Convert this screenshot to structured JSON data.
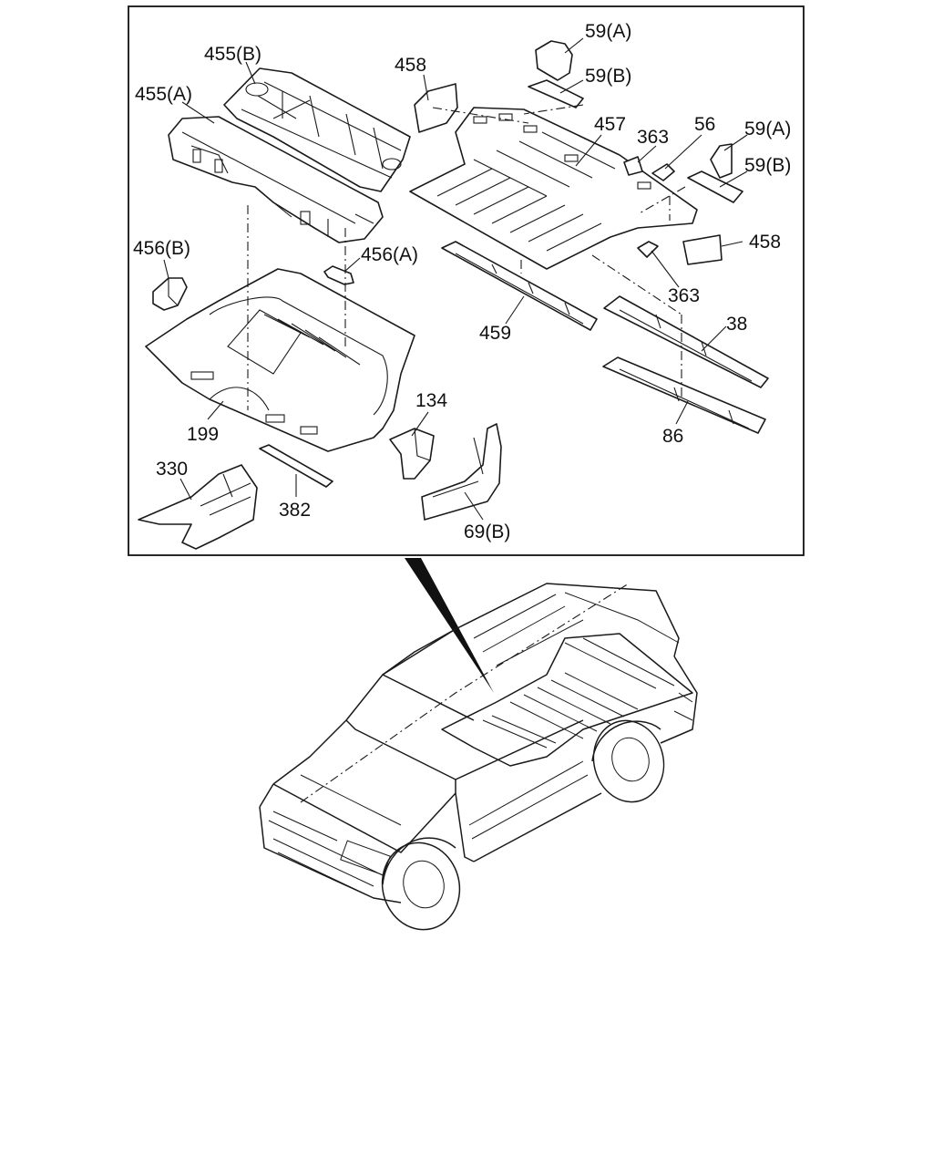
{
  "diagram": {
    "callouts": [
      {
        "id": "c_59A_top",
        "text": "59(A)"
      },
      {
        "id": "c_59B_top",
        "text": "59(B)"
      },
      {
        "id": "c_458_top",
        "text": "458"
      },
      {
        "id": "c_455B",
        "text": "455(B)"
      },
      {
        "id": "c_455A",
        "text": "455(A)"
      },
      {
        "id": "c_457",
        "text": "457"
      },
      {
        "id": "c_363_top",
        "text": "363"
      },
      {
        "id": "c_56",
        "text": "56"
      },
      {
        "id": "c_59A_right",
        "text": "59(A)"
      },
      {
        "id": "c_59B_right",
        "text": "59(B)"
      },
      {
        "id": "c_458_right",
        "text": "458"
      },
      {
        "id": "c_456B",
        "text": "456(B)"
      },
      {
        "id": "c_456A",
        "text": "456(A)"
      },
      {
        "id": "c_363_bottom",
        "text": "363"
      },
      {
        "id": "c_38",
        "text": "38"
      },
      {
        "id": "c_459",
        "text": "459"
      },
      {
        "id": "c_134",
        "text": "134"
      },
      {
        "id": "c_199",
        "text": "199"
      },
      {
        "id": "c_86",
        "text": "86"
      },
      {
        "id": "c_330",
        "text": "330"
      },
      {
        "id": "c_382",
        "text": "382"
      },
      {
        "id": "c_69B",
        "text": "69(B)"
      }
    ]
  }
}
